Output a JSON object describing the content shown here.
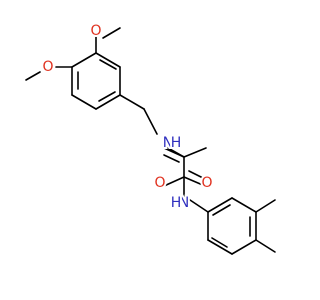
{
  "molecule": {
    "atom_labels": {
      "o_methoxy_top": "O",
      "o_methoxy_left": "O",
      "n_amide_top": "N",
      "h_amide_top": "H",
      "o_carbonyl_left": "O",
      "o_carbonyl_right": "O",
      "n_amide_bottom": "N",
      "h_amide_bottom": "H"
    },
    "colors": {
      "nitrogen": "#2f2fbf",
      "oxygen": "#e0301e",
      "bond": "#000000",
      "background": "#ffffff"
    }
  }
}
